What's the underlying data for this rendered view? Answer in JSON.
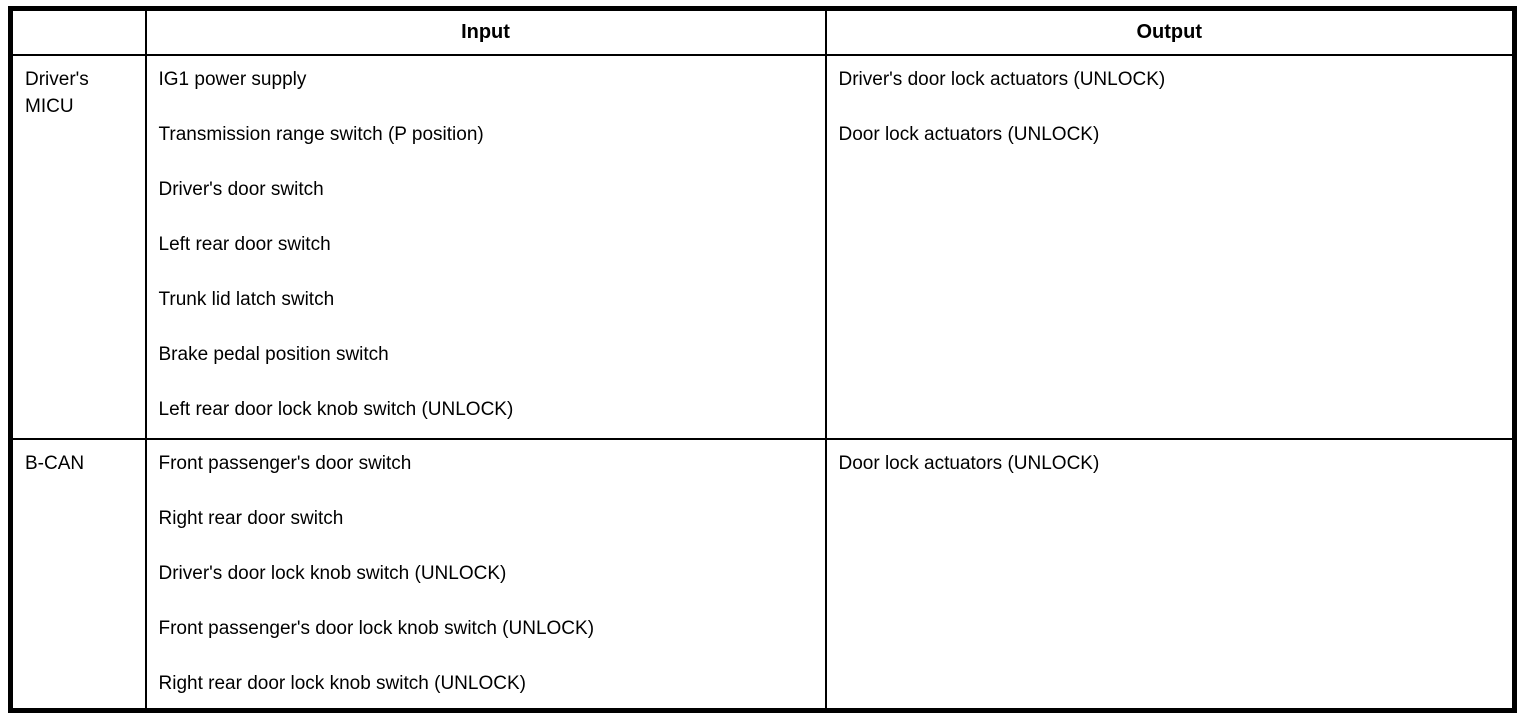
{
  "table": {
    "columns": [
      {
        "label": ""
      },
      {
        "label": "Input"
      },
      {
        "label": "Output"
      }
    ],
    "rows": [
      {
        "source": "Driver's MICU",
        "inputs": [
          "IG1 power supply",
          "Transmission range switch (P position)",
          "Driver's door switch",
          "Left rear door switch",
          "Trunk lid latch switch",
          "Brake pedal position switch",
          "Left rear door lock knob switch (UNLOCK)"
        ],
        "outputs": [
          "Driver's door lock actuators (UNLOCK)",
          "Door lock actuators (UNLOCK)"
        ]
      },
      {
        "source": "B-CAN",
        "inputs": [
          "Front passenger's door switch",
          "Right rear door switch",
          "Driver's door lock knob switch (UNLOCK)",
          "Front passenger's door lock knob switch (UNLOCK)",
          "Right rear door lock knob switch (UNLOCK)"
        ],
        "outputs": [
          "Door lock actuators (UNLOCK)"
        ]
      }
    ]
  },
  "colors": {
    "border": "#000000",
    "background": "#ffffff",
    "text": "#000000"
  }
}
